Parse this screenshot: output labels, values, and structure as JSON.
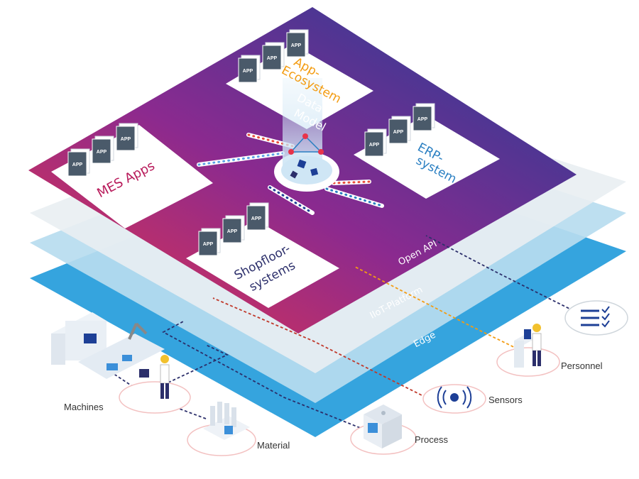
{
  "layers": {
    "top": "Open API",
    "middle": "IIoT-Platform",
    "bottom": "Edge"
  },
  "tiles": {
    "mes": "MES Apps",
    "ecosystem": [
      "App-",
      "Ecosystem"
    ],
    "datamodel": [
      "Data",
      "Model"
    ],
    "erp": [
      "ERP-",
      "system"
    ],
    "shopfloor": [
      "Shopfloor-",
      "systems"
    ]
  },
  "app_badge": "APP",
  "nodes": {
    "machines": "Machines",
    "material": "Material",
    "process": "Process",
    "sensors": "Sensors",
    "personnel": "Personnel"
  },
  "colors": {
    "gradient_start": "#e8344a",
    "gradient_mid": "#8b2a8f",
    "gradient_end": "#1d3f96",
    "edge_blue": "#2a9fdc",
    "iiot_blue": "#b7dcef",
    "openapi_gray": "#e9eef2",
    "mes_text": "#b81a5a",
    "eco_text": "#f39c12",
    "erp_text": "#2a7fc2",
    "shop_text": "#2c2f6b"
  }
}
